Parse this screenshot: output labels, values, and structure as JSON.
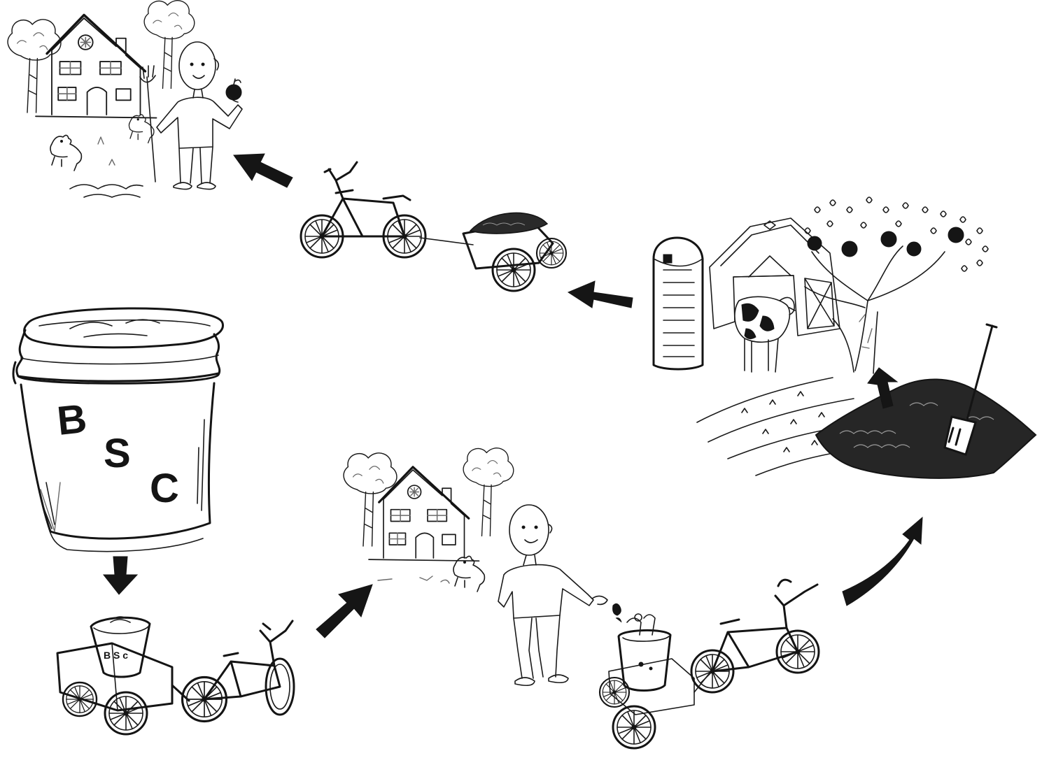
{
  "bucket": {
    "letter_b": "B",
    "letter_s": "S",
    "letter_c": "C"
  },
  "small_bucket": {
    "label": "B S c"
  },
  "steps": [
    {
      "id": "compost-bucket",
      "icon": "bucket-icon"
    },
    {
      "id": "bike-pickup",
      "icon": "bike-trailer-icon"
    },
    {
      "id": "household-drop-off",
      "icon": "house-person-icon"
    },
    {
      "id": "bike-collection",
      "icon": "bike-trailer-icon"
    },
    {
      "id": "farm-compost-pile",
      "icon": "farm-icon"
    },
    {
      "id": "bike-delivery",
      "icon": "bike-trailer-icon"
    },
    {
      "id": "household-garden",
      "icon": "house-person-icon"
    }
  ],
  "colors": {
    "ink": "#141414",
    "paper": "#ffffff"
  }
}
